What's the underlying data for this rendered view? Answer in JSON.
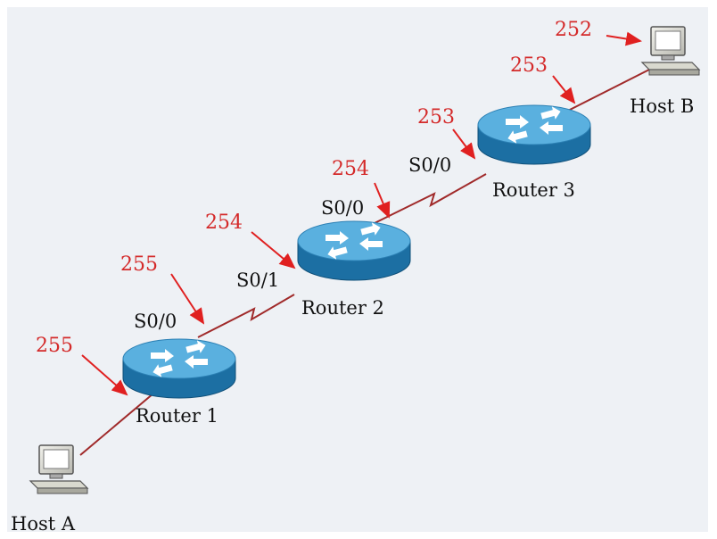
{
  "colors": {
    "background": "#eef1f5",
    "link": "#a02a2a",
    "arrow": "#e02020",
    "router_top": "#5ab0df",
    "router_side": "#1c6fa3",
    "router_arrows": "#ffffff"
  },
  "hosts": {
    "a": {
      "label": "Host A",
      "icon": "computer-icon"
    },
    "b": {
      "label": "Host B",
      "icon": "computer-icon"
    }
  },
  "routers": [
    {
      "label": "Router 1",
      "icon": "router-icon"
    },
    {
      "label": "Router 2",
      "icon": "router-icon"
    },
    {
      "label": "Router 3",
      "icon": "router-icon"
    }
  ],
  "interfaces": {
    "r1_s00": "S0/0",
    "r2_s01": "S0/1",
    "r2_s00": "S0/0",
    "r3_s00": "S0/0"
  },
  "ttl_values": {
    "host_a_to_r1": "255",
    "r1_s00": "255",
    "r2_s01": "254",
    "r2_s00": "254",
    "r3_s00": "253",
    "r3_to_host_b": "253",
    "host_b": "252"
  }
}
